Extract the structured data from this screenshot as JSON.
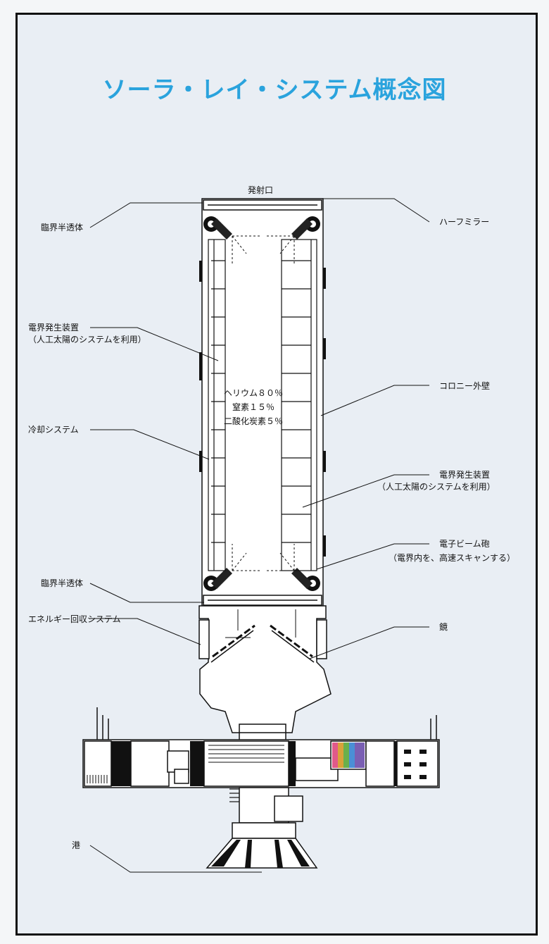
{
  "title": "ソーラ・レイ・システム概念図",
  "labels": {
    "launch_port": "発射口",
    "critical_translucent_top": "臨界半透体",
    "half_mirror": "ハーフミラー",
    "field_generator_left_1": "電界発生装置",
    "field_generator_left_2": "（人工太陽のシステムを利用）",
    "colony_wall": "コロニー外壁",
    "cooling_system": "冷却システム",
    "field_generator_right_1": "電界発生装置",
    "field_generator_right_2": "（人工太陽のシステムを利用）",
    "electron_beam_1": "電子ビーム砲",
    "electron_beam_2": "（電界内を、高速スキャンする）",
    "critical_translucent_bottom": "臨界半透体",
    "energy_recovery": "エネルギー回収システム",
    "mirror": "鏡",
    "port": "港"
  },
  "gas_mixture": [
    "ヘリウム８０％",
    "窒素１５％",
    "二酸化炭素５％"
  ]
}
